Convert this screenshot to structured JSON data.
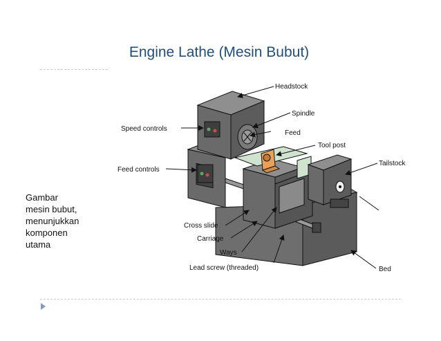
{
  "title": "Engine Lathe (Mesin Bubut)",
  "caption_lines": [
    "Gambar",
    "mesin bubut,",
    "menunjukkan",
    "komponen",
    "utama"
  ],
  "labels": {
    "headstock": "Headstock",
    "spindle": "Spindle",
    "speed_controls": "Speed controls",
    "feed": "Feed",
    "tool_post": "Tool post",
    "tailstock": "Tailstock",
    "feed_controls": "Feed controls",
    "cross_slide": "Cross slide",
    "carriage": "Carriage",
    "ways": "Ways",
    "lead_screw": "Lead screw (threaded)",
    "bed": "Bed"
  },
  "colors": {
    "title": "#1f4e79",
    "machine_dark": "#555555",
    "machine_mid": "#777777",
    "machine_light": "#9a9a9a",
    "tool_post": "#e8a05a",
    "guide_green": "#cfe3cf"
  }
}
